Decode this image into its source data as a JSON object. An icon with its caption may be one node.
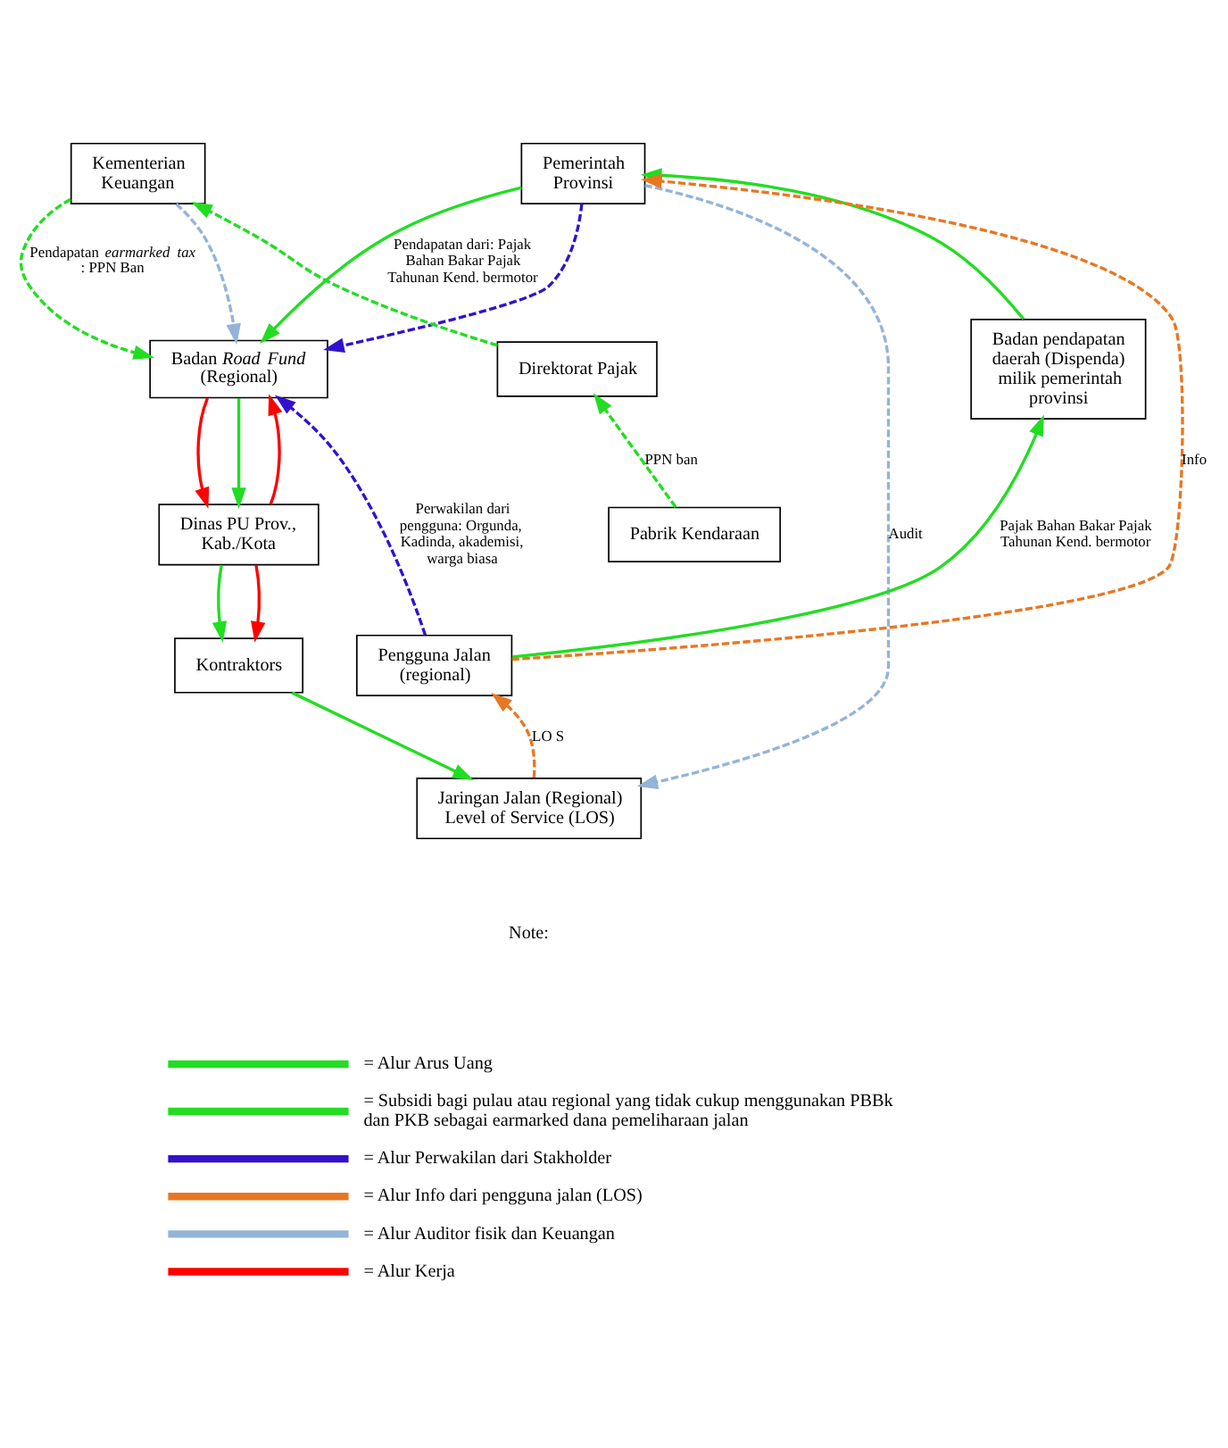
{
  "diagram": {
    "nodes": [
      {
        "text": [
          "Kementerian Keuangan"
        ]
      },
      {
        "text": [
          "Pemerintah Provinsi"
        ]
      },
      {
        "text": [
          "Direktorat Pajak"
        ]
      },
      {
        "text": [
          "Badan *Road Fund* (Regional)"
        ]
      },
      {
        "text": [
          "Badan pendapatan daerah (Dispenda) milik pemerintah provinsi"
        ]
      },
      {
        "text": [
          "Dinas PU Prov., Kab./Kota"
        ]
      },
      {
        "text": [
          "Pabrik Kendaraan"
        ]
      },
      {
        "text": [
          "Kontraktors"
        ]
      },
      {
        "text": [
          "Pengguna Jalan (regional)"
        ]
      },
      {
        "text": [
          "Jaringan Jalan (Regional) Level of Service (LOS)"
        ]
      }
    ],
    "edges": [
      {
        "from": 6,
        "to": 2,
        "arrow": "to",
        "label": "PPN ban",
        "style": "dashed"
      },
      {
        "from": 2,
        "to": 0,
        "arrow": "to",
        "style": "dashed"
      },
      {
        "from": 0,
        "to": 3,
        "arrow": "to",
        "label": "Pendapatan *earmarked tax*: PPN Ban",
        "style": "dashed"
      },
      {
        "from": 0,
        "to": 3,
        "arrow": "to",
        "style": "dashed",
        "color": "#94b4d8"
      },
      {
        "from": 1,
        "to": 3,
        "arrow": "to",
        "label": "Pendapatan dari: Pajak Bahan Bakar Pajak Tahunan Kend. bermotor"
      },
      {
        "from": 1,
        "to": 3,
        "arrow": "to",
        "style": "dashed",
        "color": "#3311cc"
      },
      {
        "from": 1,
        "to": 9,
        "arrow": "to",
        "label": "Audit",
        "style": "dashed",
        "color": "#94b4d8"
      },
      {
        "from": 8,
        "to": 1,
        "arrow": "to",
        "label": "Info",
        "style": "dashed",
        "color": "#e87722"
      },
      {
        "from": 8,
        "to": 3,
        "arrow": "to",
        "label": "Perwakilan dari pengguna: Orgunda, Kadinda, akademisi, warga biasa",
        "style": "dashed",
        "color": "#3311cc"
      },
      {
        "from": 8,
        "to": 4,
        "arrow": "to",
        "label": "Pajak Bahan Bakar Pajak Tahunan Kend. bermotor"
      },
      {
        "from": 4,
        "to": 1,
        "arrow": "to"
      },
      {
        "from": 3,
        "to": 5,
        "arrow": "to",
        "color": "#ff0000"
      },
      {
        "from": 3,
        "to": 5,
        "arrow": "to"
      },
      {
        "from": 5,
        "to": 3,
        "arrow": "to",
        "color": "#ff0000"
      },
      {
        "from": 5,
        "to": 7,
        "arrow": "to"
      },
      {
        "from": 5,
        "to": 7,
        "arrow": "to",
        "color": "#ff0000"
      },
      {
        "from": 7,
        "to": 9,
        "arrow": "to"
      },
      {
        "from": 9,
        "to": 8,
        "arrow": "to",
        "label": "LO S",
        "style": "dashed",
        "color": "#e87722"
      }
    ],
    "labels": [
      "Note:"
    ],
    "legend": [
      {
        "text": "= Alur Arus Uang",
        "color": "#22dd22"
      },
      {
        "text": "= Subsidi bagi pulau atau regional yang tidak cukup menggunakan PBBk dan PKB sebagai earmarked dana pemeliharaan jalan",
        "color": "#22dd22"
      },
      {
        "text": "= Alur Perwakilan dari Stakholder",
        "color": "#3311cc"
      },
      {
        "text": "= Alur Info dari pengguna jalan (LOS)",
        "color": "#e87722"
      },
      {
        "text": "= Alur Auditor fisik dan Keuangan",
        "color": "#94b4d8"
      },
      {
        "text": "= Alur Kerja",
        "color": "#ff0000"
      }
    ]
  }
}
